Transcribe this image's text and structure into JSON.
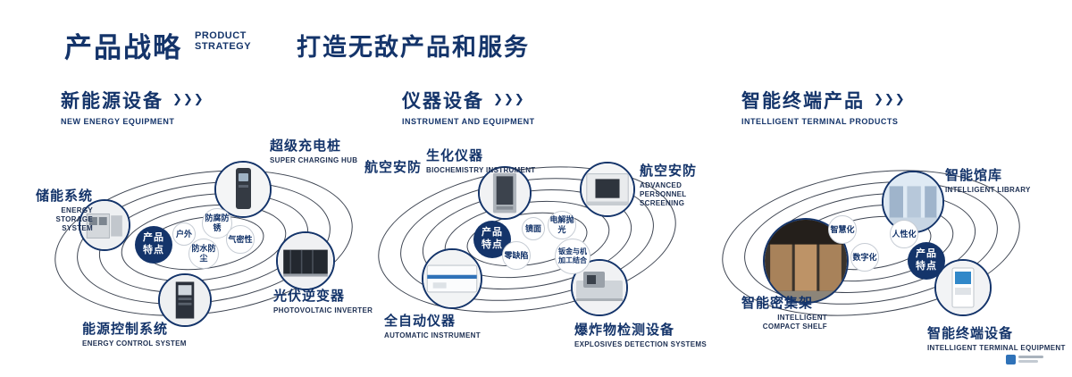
{
  "colors": {
    "navy": "#14346a",
    "ring_line": "#3e4552"
  },
  "icons": {
    "chevron_triple": "❯❯❯"
  },
  "header": {
    "title": "产品战略",
    "subtitle_line1": "PRODUCT",
    "subtitle_line2": "STRATEGY",
    "slogan": "打造无敌产品和服务"
  },
  "sections": {
    "energy": {
      "title": "新能源设备",
      "subtitle": "NEW ENERGY EQUIPMENT",
      "badge_line1": "产品",
      "badge_line2": "特点",
      "features": {
        "outdoor": "户外",
        "anti_corrosion": "防腐防锈",
        "airtightness": "气密性",
        "waterproof_dustproof": "防水防尘"
      },
      "products": {
        "charging_hub": {
          "cn": "超级充电桩",
          "en": "SUPER CHARGING HUB"
        },
        "energy_storage": {
          "cn": "储能系统",
          "en": "ENERGY STORAGE SYSTEM"
        },
        "pv_inverter": {
          "cn": "光伏逆变器",
          "en": "PHOTOVOLTAIC INVERTER"
        },
        "energy_control": {
          "cn": "能源控制系统",
          "en": "ENERGY CONTROL SYSTEM"
        }
      }
    },
    "instruments": {
      "title": "仪器设备",
      "subtitle": "INSTRUMENT AND EQUIPMENT",
      "badge_line1": "产品",
      "badge_line2": "特点",
      "aviation_security_label": "航空安防",
      "features": {
        "mirror_finish": "镜面",
        "electro_polishing": "电解抛光",
        "zero_defect": "零缺陷",
        "sheet_metal_machining": "钣金与机加工结合"
      },
      "products": {
        "biochemistry": {
          "cn": "生化仪器",
          "en": "BIOCHEMISTRY INSTRUMENT"
        },
        "personnel_screening": {
          "cn": "航空安防",
          "en": "ADVANCED PERSONNEL SCREENING"
        },
        "automatic_instrument": {
          "cn": "全自动仪器",
          "en": "AUTOMATIC INSTRUMENT"
        },
        "explosives_detection": {
          "cn": "爆炸物检测设备",
          "en": "EXPLOSIVES DETECTION SYSTEMS"
        }
      }
    },
    "intelligent": {
      "title": "智能终端产品",
      "subtitle": "INTELLIGENT TERMINAL PRODUCTS",
      "badge_line1": "产品",
      "badge_line2": "特点",
      "features": {
        "intelligent": "智慧化",
        "humanized": "人性化",
        "digitalized": "数字化"
      },
      "products": {
        "intelligent_library": {
          "cn": "智能馆库",
          "en": "INTELLIGENT LIBRARY"
        },
        "compact_shelf": {
          "cn": "智能密集架",
          "en": "INTELLIGENT COMPACT SHELF"
        },
        "terminal_equipment": {
          "cn": "智能终端设备",
          "en": "INTELLIGENT TERMINAL EQUIPMENT"
        }
      }
    }
  }
}
